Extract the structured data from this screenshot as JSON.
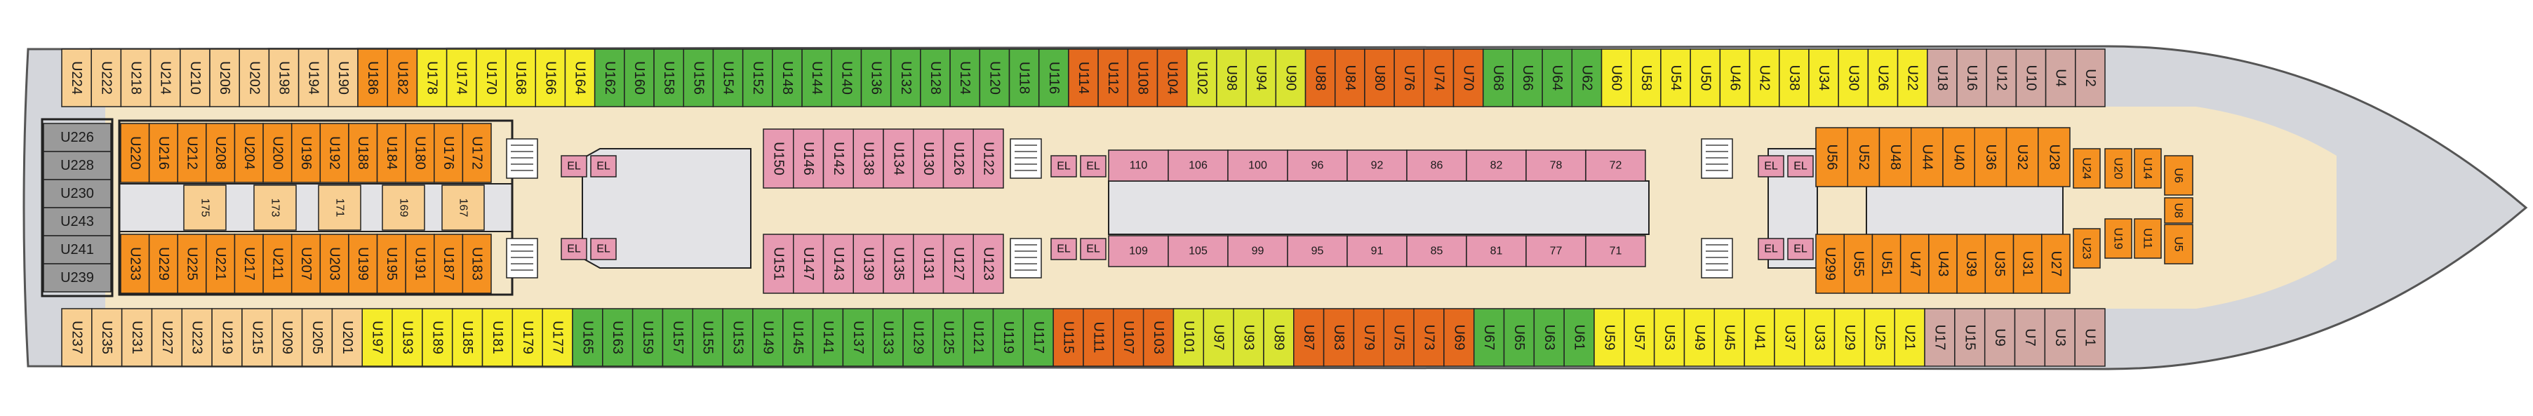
{
  "colors": {
    "tan": "#f8cf92",
    "yellow": "#f5ec2a",
    "lime": "#d9e533",
    "green": "#55b443",
    "orange": "#f59121",
    "dark_orange": "#e56a1e",
    "pink": "#e79ab2",
    "mauve": "#d2a8a3",
    "gray": "#9a9a9a",
    "corridor": "#f4e6c6",
    "void": "#e3e3e6",
    "hull": "#d4d6db",
    "outline": "#222222"
  },
  "outer_top": [
    {
      "label": "U224",
      "color": "tan"
    },
    {
      "label": "U222",
      "color": "tan"
    },
    {
      "label": "U218",
      "color": "tan"
    },
    {
      "label": "U214",
      "color": "tan"
    },
    {
      "label": "U210",
      "color": "tan"
    },
    {
      "label": "U206",
      "color": "tan"
    },
    {
      "label": "U202",
      "color": "tan"
    },
    {
      "label": "U198",
      "color": "tan"
    },
    {
      "label": "U194",
      "color": "tan"
    },
    {
      "label": "U190",
      "color": "tan"
    },
    {
      "label": "U186",
      "color": "orange"
    },
    {
      "label": "U182",
      "color": "orange"
    },
    {
      "label": "U178",
      "color": "yellow"
    },
    {
      "label": "U174",
      "color": "yellow"
    },
    {
      "label": "U170",
      "color": "yellow"
    },
    {
      "label": "U168",
      "color": "yellow"
    },
    {
      "label": "U166",
      "color": "yellow"
    },
    {
      "label": "U164",
      "color": "yellow"
    },
    {
      "label": "U162",
      "color": "green"
    },
    {
      "label": "U160",
      "color": "green"
    },
    {
      "label": "U158",
      "color": "green"
    },
    {
      "label": "U156",
      "color": "green"
    },
    {
      "label": "U154",
      "color": "green"
    },
    {
      "label": "U152",
      "color": "green"
    },
    {
      "label": "U148",
      "color": "green"
    },
    {
      "label": "U144",
      "color": "green"
    },
    {
      "label": "U140",
      "color": "green"
    },
    {
      "label": "U136",
      "color": "green"
    },
    {
      "label": "U132",
      "color": "green"
    },
    {
      "label": "U128",
      "color": "green"
    },
    {
      "label": "U124",
      "color": "green"
    },
    {
      "label": "U120",
      "color": "green"
    },
    {
      "label": "U118",
      "color": "green"
    },
    {
      "label": "U116",
      "color": "green"
    },
    {
      "label": "U114",
      "color": "dark_orange"
    },
    {
      "label": "U112",
      "color": "dark_orange"
    },
    {
      "label": "U108",
      "color": "dark_orange"
    },
    {
      "label": "U104",
      "color": "dark_orange"
    },
    {
      "label": "U102",
      "color": "lime"
    },
    {
      "label": "U98",
      "color": "lime"
    },
    {
      "label": "U94",
      "color": "lime"
    },
    {
      "label": "U90",
      "color": "lime"
    },
    {
      "label": "U88",
      "color": "dark_orange"
    },
    {
      "label": "U84",
      "color": "dark_orange"
    },
    {
      "label": "U80",
      "color": "dark_orange"
    },
    {
      "label": "U76",
      "color": "dark_orange"
    },
    {
      "label": "U74",
      "color": "dark_orange"
    },
    {
      "label": "U70",
      "color": "dark_orange"
    },
    {
      "label": "U68",
      "color": "green"
    },
    {
      "label": "U66",
      "color": "green"
    },
    {
      "label": "U64",
      "color": "green"
    },
    {
      "label": "U62",
      "color": "green"
    },
    {
      "label": "U60",
      "color": "yellow"
    },
    {
      "label": "U58",
      "color": "yellow"
    },
    {
      "label": "U54",
      "color": "yellow"
    },
    {
      "label": "U50",
      "color": "yellow"
    },
    {
      "label": "U46",
      "color": "yellow"
    },
    {
      "label": "U42",
      "color": "yellow"
    },
    {
      "label": "U38",
      "color": "yellow"
    },
    {
      "label": "U34",
      "color": "yellow"
    },
    {
      "label": "U30",
      "color": "yellow"
    },
    {
      "label": "U26",
      "color": "yellow"
    },
    {
      "label": "U22",
      "color": "yellow"
    },
    {
      "label": "U18",
      "color": "mauve"
    },
    {
      "label": "U16",
      "color": "mauve"
    },
    {
      "label": "U12",
      "color": "mauve"
    },
    {
      "label": "U10",
      "color": "mauve"
    },
    {
      "label": "U4",
      "color": "mauve"
    },
    {
      "label": "U2",
      "color": "mauve"
    }
  ],
  "outer_bottom": [
    {
      "label": "U237",
      "color": "tan"
    },
    {
      "label": "U235",
      "color": "tan"
    },
    {
      "label": "U231",
      "color": "tan"
    },
    {
      "label": "U227",
      "color": "tan"
    },
    {
      "label": "U223",
      "color": "tan"
    },
    {
      "label": "U219",
      "color": "tan"
    },
    {
      "label": "U215",
      "color": "tan"
    },
    {
      "label": "U209",
      "color": "tan"
    },
    {
      "label": "U205",
      "color": "tan"
    },
    {
      "label": "U201",
      "color": "tan"
    },
    {
      "label": "U197",
      "color": "yellow"
    },
    {
      "label": "U193",
      "color": "yellow"
    },
    {
      "label": "U189",
      "color": "yellow"
    },
    {
      "label": "U185",
      "color": "yellow"
    },
    {
      "label": "U181",
      "color": "yellow"
    },
    {
      "label": "U179",
      "color": "yellow"
    },
    {
      "label": "U177",
      "color": "yellow"
    },
    {
      "label": "U165",
      "color": "green"
    },
    {
      "label": "U163",
      "color": "green"
    },
    {
      "label": "U159",
      "color": "green"
    },
    {
      "label": "U157",
      "color": "green"
    },
    {
      "label": "U155",
      "color": "green"
    },
    {
      "label": "U153",
      "color": "green"
    },
    {
      "label": "U149",
      "color": "green"
    },
    {
      "label": "U145",
      "color": "green"
    },
    {
      "label": "U141",
      "color": "green"
    },
    {
      "label": "U137",
      "color": "green"
    },
    {
      "label": "U133",
      "color": "green"
    },
    {
      "label": "U129",
      "color": "green"
    },
    {
      "label": "U125",
      "color": "green"
    },
    {
      "label": "U121",
      "color": "green"
    },
    {
      "label": "U119",
      "color": "green"
    },
    {
      "label": "U117",
      "color": "green"
    },
    {
      "label": "U115",
      "color": "dark_orange"
    },
    {
      "label": "U111",
      "color": "dark_orange"
    },
    {
      "label": "U107",
      "color": "dark_orange"
    },
    {
      "label": "U103",
      "color": "dark_orange"
    },
    {
      "label": "U101",
      "color": "lime"
    },
    {
      "label": "U97",
      "color": "lime"
    },
    {
      "label": "U93",
      "color": "lime"
    },
    {
      "label": "U89",
      "color": "lime"
    },
    {
      "label": "U87",
      "color": "dark_orange"
    },
    {
      "label": "U83",
      "color": "dark_orange"
    },
    {
      "label": "U79",
      "color": "dark_orange"
    },
    {
      "label": "U75",
      "color": "dark_orange"
    },
    {
      "label": "U73",
      "color": "dark_orange"
    },
    {
      "label": "U69",
      "color": "dark_orange"
    },
    {
      "label": "U67",
      "color": "green"
    },
    {
      "label": "U65",
      "color": "green"
    },
    {
      "label": "U63",
      "color": "green"
    },
    {
      "label": "U61",
      "color": "green"
    },
    {
      "label": "U59",
      "color": "yellow"
    },
    {
      "label": "U57",
      "color": "yellow"
    },
    {
      "label": "U53",
      "color": "yellow"
    },
    {
      "label": "U49",
      "color": "yellow"
    },
    {
      "label": "U45",
      "color": "yellow"
    },
    {
      "label": "U41",
      "color": "yellow"
    },
    {
      "label": "U37",
      "color": "yellow"
    },
    {
      "label": "U33",
      "color": "yellow"
    },
    {
      "label": "U29",
      "color": "yellow"
    },
    {
      "label": "U25",
      "color": "yellow"
    },
    {
      "label": "U21",
      "color": "yellow"
    },
    {
      "label": "U17",
      "color": "mauve"
    },
    {
      "label": "U15",
      "color": "mauve"
    },
    {
      "label": "U9",
      "color": "mauve"
    },
    {
      "label": "U7",
      "color": "mauve"
    },
    {
      "label": "U3",
      "color": "mauve"
    },
    {
      "label": "U1",
      "color": "mauve"
    }
  ],
  "stern_stack": [
    {
      "label": "U226",
      "color": "gray"
    },
    {
      "label": "U228",
      "color": "gray"
    },
    {
      "label": "U230",
      "color": "gray"
    },
    {
      "label": "U243",
      "color": "gray"
    },
    {
      "label": "U241",
      "color": "gray"
    },
    {
      "label": "U239",
      "color": "gray"
    }
  ],
  "aft_block_top": [
    {
      "label": "U220",
      "color": "orange"
    },
    {
      "label": "U216",
      "color": "orange"
    },
    {
      "label": "U212",
      "color": "orange"
    },
    {
      "label": "U208",
      "color": "orange"
    },
    {
      "label": "U204",
      "color": "orange"
    },
    {
      "label": "U200",
      "color": "orange"
    },
    {
      "label": "U196",
      "color": "orange"
    },
    {
      "label": "U192",
      "color": "orange"
    },
    {
      "label": "U188",
      "color": "orange"
    },
    {
      "label": "U184",
      "color": "orange"
    },
    {
      "label": "U180",
      "color": "orange"
    },
    {
      "label": "U176",
      "color": "orange"
    },
    {
      "label": "U172",
      "color": "orange"
    }
  ],
  "aft_block_bottom": [
    {
      "label": "U233",
      "color": "orange"
    },
    {
      "label": "U229",
      "color": "orange"
    },
    {
      "label": "U225",
      "color": "orange"
    },
    {
      "label": "U221",
      "color": "orange"
    },
    {
      "label": "U217",
      "color": "orange"
    },
    {
      "label": "U211",
      "color": "orange"
    },
    {
      "label": "U207",
      "color": "orange"
    },
    {
      "label": "U203",
      "color": "orange"
    },
    {
      "label": "U199",
      "color": "orange"
    },
    {
      "label": "U195",
      "color": "orange"
    },
    {
      "label": "U191",
      "color": "orange"
    },
    {
      "label": "U187",
      "color": "orange"
    },
    {
      "label": "U183",
      "color": "orange"
    }
  ],
  "aft_block_inner": [
    {
      "label": "175",
      "color": "tan"
    },
    {
      "label": "173",
      "color": "tan"
    },
    {
      "label": "171",
      "color": "tan"
    },
    {
      "label": "169",
      "color": "tan"
    },
    {
      "label": "167",
      "color": "tan"
    }
  ],
  "mid_pink_top": [
    {
      "label": "U150",
      "color": "pink"
    },
    {
      "label": "U146",
      "color": "pink"
    },
    {
      "label": "U142",
      "color": "pink"
    },
    {
      "label": "U138",
      "color": "pink"
    },
    {
      "label": "U134",
      "color": "pink"
    },
    {
      "label": "U130",
      "color": "pink"
    },
    {
      "label": "U126",
      "color": "pink"
    },
    {
      "label": "U122",
      "color": "pink"
    }
  ],
  "mid_pink_bottom": [
    {
      "label": "U151",
      "color": "pink"
    },
    {
      "label": "U147",
      "color": "pink"
    },
    {
      "label": "U143",
      "color": "pink"
    },
    {
      "label": "U139",
      "color": "pink"
    },
    {
      "label": "U135",
      "color": "pink"
    },
    {
      "label": "U131",
      "color": "pink"
    },
    {
      "label": "U127",
      "color": "pink"
    },
    {
      "label": "U123",
      "color": "pink"
    }
  ],
  "center_pink_top": [
    {
      "label": "110",
      "color": "pink"
    },
    {
      "label": "106",
      "color": "pink"
    },
    {
      "label": "100",
      "color": "pink"
    },
    {
      "label": "96",
      "color": "pink"
    },
    {
      "label": "92",
      "color": "pink"
    },
    {
      "label": "86",
      "color": "pink"
    },
    {
      "label": "82",
      "color": "pink"
    },
    {
      "label": "78",
      "color": "pink"
    },
    {
      "label": "72",
      "color": "pink"
    }
  ],
  "center_pink_bottom": [
    {
      "label": "109",
      "color": "pink"
    },
    {
      "label": "105",
      "color": "pink"
    },
    {
      "label": "99",
      "color": "pink"
    },
    {
      "label": "95",
      "color": "pink"
    },
    {
      "label": "91",
      "color": "pink"
    },
    {
      "label": "85",
      "color": "pink"
    },
    {
      "label": "81",
      "color": "pink"
    },
    {
      "label": "77",
      "color": "pink"
    },
    {
      "label": "71",
      "color": "pink"
    }
  ],
  "fwd_block_top": [
    {
      "label": "U56",
      "color": "orange"
    },
    {
      "label": "U52",
      "color": "orange"
    },
    {
      "label": "U48",
      "color": "orange"
    },
    {
      "label": "U44",
      "color": "orange"
    },
    {
      "label": "U40",
      "color": "orange"
    },
    {
      "label": "U36",
      "color": "orange"
    },
    {
      "label": "U32",
      "color": "orange"
    },
    {
      "label": "U28",
      "color": "orange"
    }
  ],
  "fwd_block_bottom": [
    {
      "label": "U299",
      "color": "orange"
    },
    {
      "label": "U55",
      "color": "orange"
    },
    {
      "label": "U51",
      "color": "orange"
    },
    {
      "label": "U47",
      "color": "orange"
    },
    {
      "label": "U43",
      "color": "orange"
    },
    {
      "label": "U39",
      "color": "orange"
    },
    {
      "label": "U35",
      "color": "orange"
    },
    {
      "label": "U31",
      "color": "orange"
    },
    {
      "label": "U27",
      "color": "orange"
    }
  ],
  "bow_cluster": [
    {
      "label": "U24",
      "color": "orange"
    },
    {
      "label": "U20",
      "color": "orange"
    },
    {
      "label": "U14",
      "color": "orange"
    },
    {
      "label": "U6",
      "color": "orange"
    },
    {
      "label": "U8",
      "color": "orange"
    },
    {
      "label": "U23",
      "color": "orange"
    },
    {
      "label": "U19",
      "color": "orange"
    },
    {
      "label": "U11",
      "color": "orange"
    },
    {
      "label": "U5",
      "color": "orange"
    }
  ],
  "elevators": {
    "label": "EL"
  }
}
